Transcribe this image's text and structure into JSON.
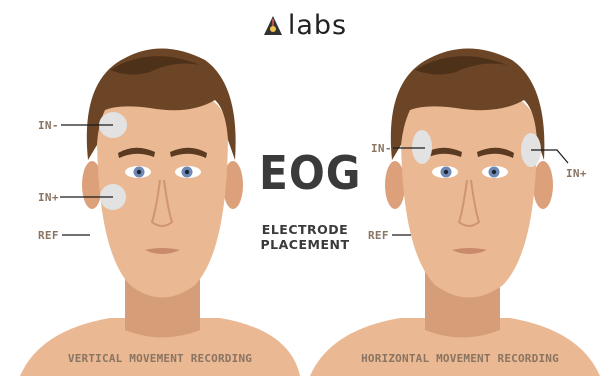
{
  "brand": {
    "name": "labs",
    "logo_icon": "triangle-logo-icon"
  },
  "center": {
    "title": "EOG",
    "subtitle": "ELECTRODE\nPLACEMENT"
  },
  "left_face": {
    "labels": {
      "in_minus": "IN-",
      "in_plus": "IN+",
      "ref": "REF"
    },
    "caption": "VERTICAL MOVEMENT RECORDING"
  },
  "right_face": {
    "labels": {
      "in_minus": "IN-",
      "in_plus": "IN+",
      "ref": "REF"
    },
    "caption": "HORIZONTAL MOVEMENT RECORDING"
  },
  "colors": {
    "skin": "#eab892",
    "skin_shadow": "#d69e78",
    "hair": "#6b4526",
    "hair_dark": "#4e3119",
    "brow": "#5a3a20",
    "iris": "#6d88b3",
    "electrode": "#e2e2e2",
    "label": "#8a7462",
    "title": "#3a3a3a"
  }
}
